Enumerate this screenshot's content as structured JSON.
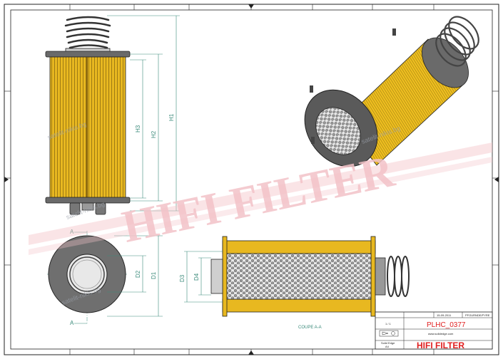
{
  "sheet": {
    "border_color": "#222222",
    "filter_color": "#e8b820",
    "dim_color": "#3a8a7a",
    "brand_color": "#e02020"
  },
  "dimensions": {
    "h1": "H1",
    "h2": "H2",
    "h3": "H3",
    "d1": "D1",
    "d2": "D2",
    "d3": "D3",
    "d4": "D4",
    "marker_a_top": "A",
    "marker_a_bottom": "A"
  },
  "section_label": "COUPE A-A",
  "watermark": {
    "text": "HIFI FILTER",
    "site_1": "satelit-nikis.bg",
    "site_2": "satelit-nikis.bg",
    "site_3": "satelit-nikis.bg",
    "site_4": "satelit-nikis.bg"
  },
  "title_block": {
    "date": "15-09-2011",
    "format": "PFOURNDE/PYRE",
    "sheet": "1 / 1",
    "label_1": "Solid Edge",
    "label_2": "A4",
    "code": "PLHC_0377",
    "website": "www.solidedge.com",
    "brand": "HIFI FILTER"
  }
}
